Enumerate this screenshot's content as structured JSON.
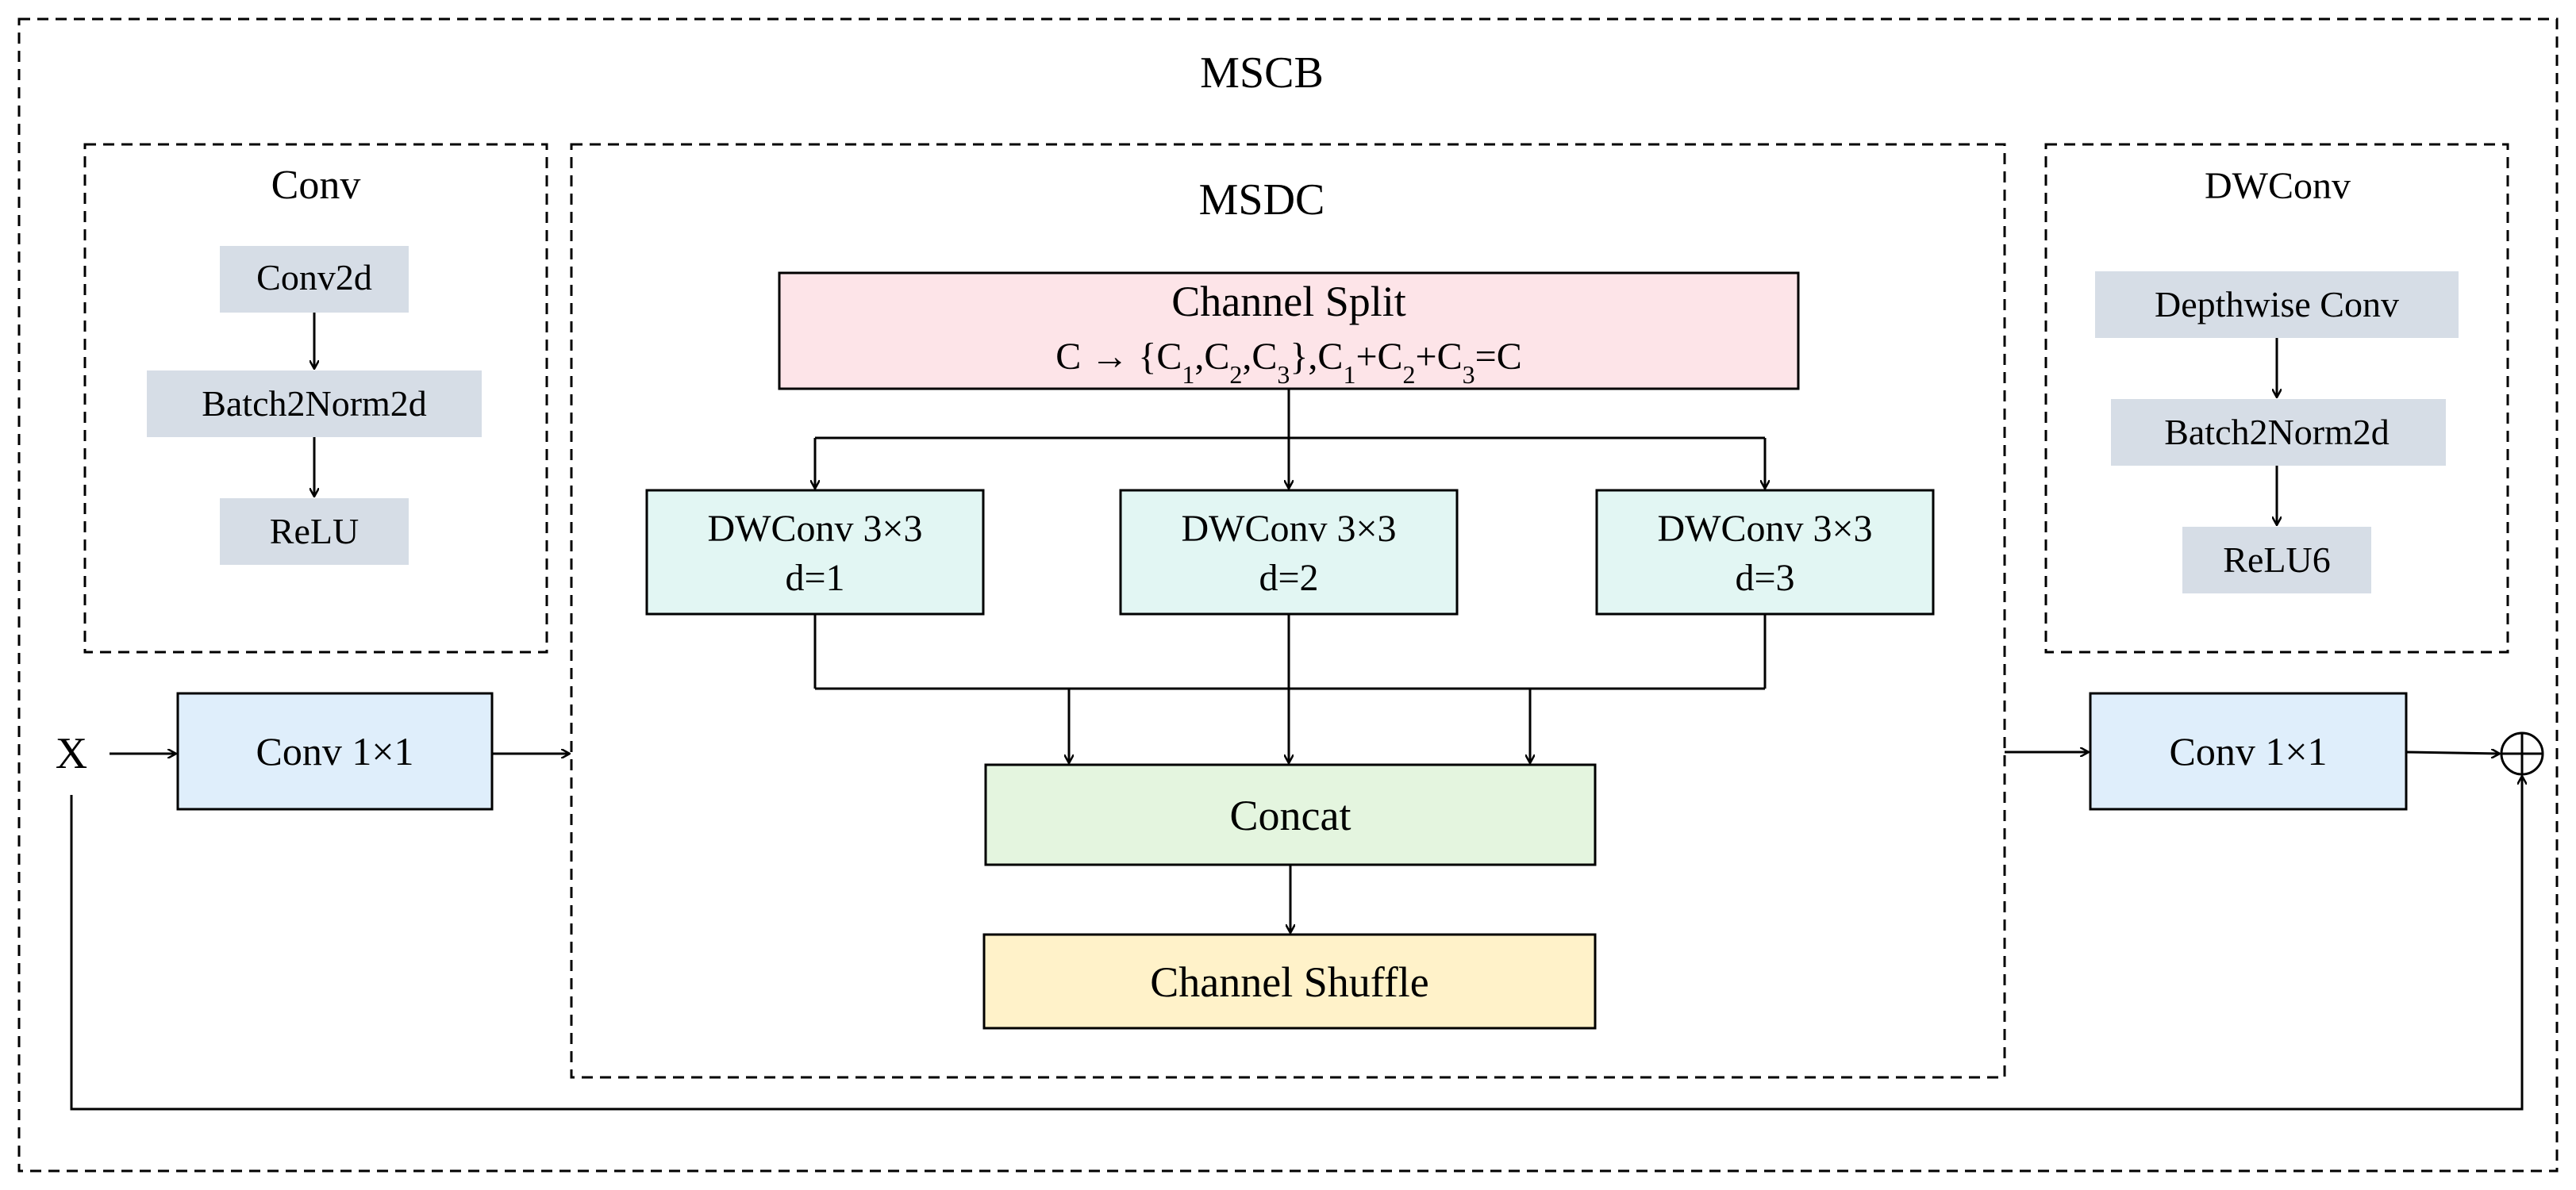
{
  "title": "MSCB",
  "input_label": "X",
  "sum_symbol": "⊕",
  "colors": {
    "gray_box": "#d6dde6",
    "blue_box": "#dfeefb",
    "pink_box": "#fde4e8",
    "teal_box": "#e2f6f3",
    "green_box": "#e4f5df",
    "yellow_box": "#fff2c9"
  },
  "conv_panel": {
    "title": "Conv",
    "items": [
      "Conv2d",
      "Batch2Norm2d",
      "ReLU"
    ]
  },
  "conv_in": {
    "label": "Conv 1×1"
  },
  "msdc": {
    "title": "MSDC",
    "split": {
      "title": "Channel Split",
      "formula": {
        "lead": "C → {C",
        "s1": "1",
        "c1": ",C",
        "s2": "2",
        "c2": ",C",
        "s3": "3",
        "mid": "},C",
        "s4": "1",
        "p1": "+C",
        "s5": "2",
        "p2": "+C",
        "s6": "3",
        "tail": "=C"
      }
    },
    "branches": [
      {
        "line1": "DWConv 3×3",
        "line2": "d=1"
      },
      {
        "line1": "DWConv 3×3",
        "line2": "d=2"
      },
      {
        "line1": "DWConv 3×3",
        "line2": "d=3"
      }
    ],
    "concat": "Concat",
    "shuffle": "Channel Shuffle"
  },
  "dwconv_panel": {
    "title": "DWConv",
    "items": [
      "Depthwise Conv",
      "Batch2Norm2d",
      "ReLU6"
    ]
  },
  "conv_out": {
    "label": "Conv 1×1"
  }
}
